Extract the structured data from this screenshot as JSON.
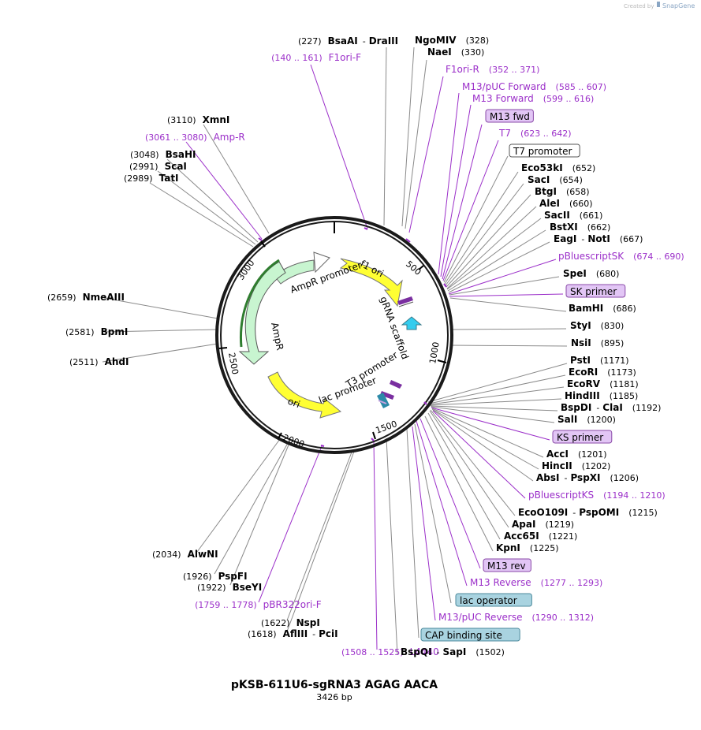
{
  "credit": {
    "prefix": "Created by",
    "brand": "SnapGene"
  },
  "title": "pKSB-611U6-sgRNA3 AGAG AACA",
  "subtitle": "3426 bp",
  "ticks": [
    "500",
    "1000",
    "1500",
    "2000",
    "2500",
    "3000"
  ],
  "arc_labels": {
    "f1ori": "f1 ori",
    "ampr_promoter": "AmpR promoter",
    "ampr": "AmpR",
    "ori": "ori",
    "grna": "gRNA scaffold",
    "t3": "T3 promoter",
    "lac": "lac promoter"
  },
  "sites": [
    {
      "kind": "enz",
      "name": "BsaAI",
      "name2": "DraIII",
      "pos": "(227)",
      "side": "L"
    },
    {
      "kind": "feat",
      "name": "F1ori-F",
      "pos": "(140 .. 161)",
      "side": "L"
    },
    {
      "kind": "enz",
      "name": "XmnI",
      "pos": "(3110)",
      "side": "L"
    },
    {
      "kind": "feat",
      "name": "Amp-R",
      "pos": "(3061 .. 3080)",
      "side": "L"
    },
    {
      "kind": "enz",
      "name": "BsaHI",
      "pos": "(3048)",
      "side": "L"
    },
    {
      "kind": "enz",
      "name": "ScaI",
      "pos": "(2991)",
      "side": "L"
    },
    {
      "kind": "enz",
      "name": "TatI",
      "pos": "(2989)",
      "side": "L"
    },
    {
      "kind": "enz",
      "name": "NmeAIII",
      "pos": "(2659)",
      "side": "L"
    },
    {
      "kind": "enz",
      "name": "BpmI",
      "pos": "(2581)",
      "side": "L"
    },
    {
      "kind": "enz",
      "name": "AhdI",
      "pos": "(2511)",
      "side": "L"
    },
    {
      "kind": "enz",
      "name": "AlwNI",
      "pos": "(2034)",
      "side": "L"
    },
    {
      "kind": "enz",
      "name": "PspFI",
      "pos": "(1926)",
      "side": "L"
    },
    {
      "kind": "enz",
      "name": "BseYI",
      "pos": "(1922)",
      "side": "L"
    },
    {
      "kind": "feat",
      "name": "pBR322ori-F",
      "pos": "(1759 .. 1778)",
      "side": "L"
    },
    {
      "kind": "enz",
      "name": "NspI",
      "pos": "(1622)",
      "side": "L"
    },
    {
      "kind": "enz",
      "name": "AflIII",
      "name2": "PciI",
      "pos": "(1618)",
      "side": "L"
    },
    {
      "kind": "feat",
      "name": "L4440",
      "pos": "(1508 .. 1525)",
      "side": "L"
    },
    {
      "kind": "enz",
      "name": "NgoMIV",
      "pos": "(328)",
      "side": "R"
    },
    {
      "kind": "enz",
      "name": "NaeI",
      "pos": "(330)",
      "side": "R"
    },
    {
      "kind": "feat",
      "name": "F1ori-R",
      "pos": "(352 .. 371)",
      "side": "R"
    },
    {
      "kind": "feat",
      "name": "M13/pUC Forward",
      "pos": "(585 .. 607)",
      "side": "R"
    },
    {
      "kind": "feat",
      "name": "M13 Forward",
      "pos": "(599 .. 616)",
      "side": "R"
    },
    {
      "kind": "box",
      "name": "M13 fwd",
      "style": "purple",
      "side": "R"
    },
    {
      "kind": "feat",
      "name": "T7",
      "pos": "(623 .. 642)",
      "side": "R"
    },
    {
      "kind": "box",
      "name": "T7 promoter",
      "style": "white",
      "side": "R"
    },
    {
      "kind": "enz",
      "name": "Eco53kI",
      "pos": "(652)",
      "side": "R"
    },
    {
      "kind": "enz",
      "name": "SacI",
      "pos": "(654)",
      "side": "R"
    },
    {
      "kind": "enz",
      "name": "BtgI",
      "pos": "(658)",
      "side": "R"
    },
    {
      "kind": "enz",
      "name": "AleI",
      "pos": "(660)",
      "side": "R"
    },
    {
      "kind": "enz",
      "name": "SacII",
      "pos": "(661)",
      "side": "R"
    },
    {
      "kind": "enz",
      "name": "BstXI",
      "pos": "(662)",
      "side": "R"
    },
    {
      "kind": "enz",
      "name": "EagI",
      "name2": "NotI",
      "pos": "(667)",
      "side": "R"
    },
    {
      "kind": "feat",
      "name": "pBluescriptSK",
      "pos": "(674 .. 690)",
      "side": "R"
    },
    {
      "kind": "enz",
      "name": "SpeI",
      "pos": "(680)",
      "side": "R"
    },
    {
      "kind": "box",
      "name": "SK primer",
      "style": "purple",
      "side": "R"
    },
    {
      "kind": "enz",
      "name": "BamHI",
      "pos": "(686)",
      "side": "R"
    },
    {
      "kind": "enz",
      "name": "StyI",
      "pos": "(830)",
      "side": "R"
    },
    {
      "kind": "enz",
      "name": "NsiI",
      "pos": "(895)",
      "side": "R"
    },
    {
      "kind": "enz",
      "name": "PstI",
      "pos": "(1171)",
      "side": "R"
    },
    {
      "kind": "enz",
      "name": "EcoRI",
      "pos": "(1173)",
      "side": "R"
    },
    {
      "kind": "enz",
      "name": "EcoRV",
      "pos": "(1181)",
      "side": "R"
    },
    {
      "kind": "enz",
      "name": "HindIII",
      "pos": "(1185)",
      "side": "R"
    },
    {
      "kind": "enz",
      "name": "BspDI",
      "name2": "ClaI",
      "pos": "(1192)",
      "side": "R"
    },
    {
      "kind": "enz",
      "name": "SalI",
      "pos": "(1200)",
      "side": "R"
    },
    {
      "kind": "box",
      "name": "KS primer",
      "style": "purple",
      "side": "R"
    },
    {
      "kind": "enz",
      "name": "AccI",
      "pos": "(1201)",
      "side": "R"
    },
    {
      "kind": "enz",
      "name": "HincII",
      "pos": "(1202)",
      "side": "R"
    },
    {
      "kind": "enz",
      "name": "AbsI",
      "name2": "PspXI",
      "pos": "(1206)",
      "side": "R"
    },
    {
      "kind": "feat",
      "name": "pBluescriptKS",
      "pos": "(1194 .. 1210)",
      "side": "R"
    },
    {
      "kind": "enz",
      "name": "EcoO109I",
      "name2": "PspOMI",
      "pos": "(1215)",
      "side": "R"
    },
    {
      "kind": "enz",
      "name": "ApaI",
      "pos": "(1219)",
      "side": "R"
    },
    {
      "kind": "enz",
      "name": "Acc65I",
      "pos": "(1221)",
      "side": "R"
    },
    {
      "kind": "enz",
      "name": "KpnI",
      "pos": "(1225)",
      "side": "R"
    },
    {
      "kind": "box",
      "name": "M13 rev",
      "style": "purple",
      "side": "R"
    },
    {
      "kind": "feat",
      "name": "M13 Reverse",
      "pos": "(1277 .. 1293)",
      "side": "R"
    },
    {
      "kind": "box",
      "name": "lac operator",
      "style": "teal",
      "side": "R"
    },
    {
      "kind": "feat",
      "name": "M13/pUC Reverse",
      "pos": "(1290 .. 1312)",
      "side": "R"
    },
    {
      "kind": "box",
      "name": "CAP binding site",
      "style": "teal",
      "side": "R"
    },
    {
      "kind": "enz",
      "name": "BspQI",
      "name2": "SapI",
      "pos": "(1502)",
      "side": "R"
    }
  ]
}
